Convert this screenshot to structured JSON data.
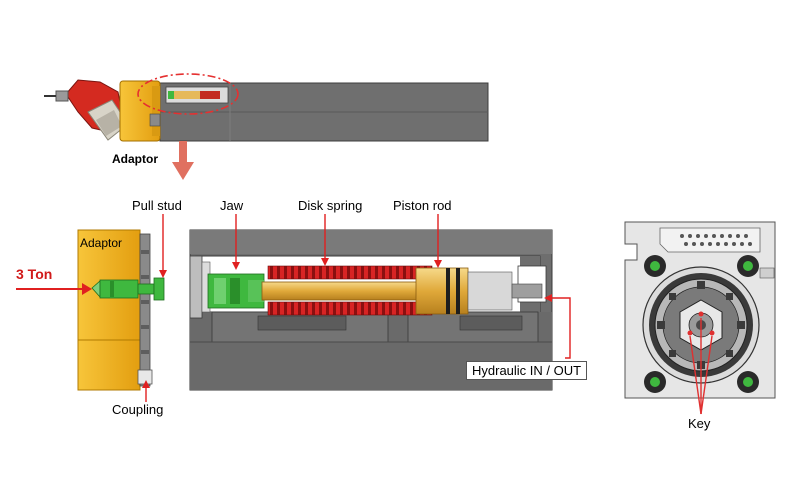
{
  "labels": {
    "adaptor_top": "Adaptor",
    "pull_stud": "Pull stud",
    "jaw": "Jaw",
    "disk_spring": "Disk spring",
    "piston_rod": "Piston rod",
    "adaptor_block": "Adaptor",
    "force": "3 Ton",
    "hydraulic": "Hydraulic IN / OUT",
    "coupling": "Coupling",
    "key": "Key"
  },
  "colors": {
    "adaptor_yellow": "#f2b21a",
    "spindle_red": "#d42a20",
    "housing_gray": "#6e6e6e",
    "spring_red": "#d82424",
    "rod_gold": "#e8b446",
    "jaw_green": "#3fb83f",
    "arrow_red": "#e02020",
    "annotation_red": "#e53030"
  },
  "icons": {
    "force_arrow": "arrow-right-icon",
    "flow_arrow": "arrow-down-icon"
  }
}
